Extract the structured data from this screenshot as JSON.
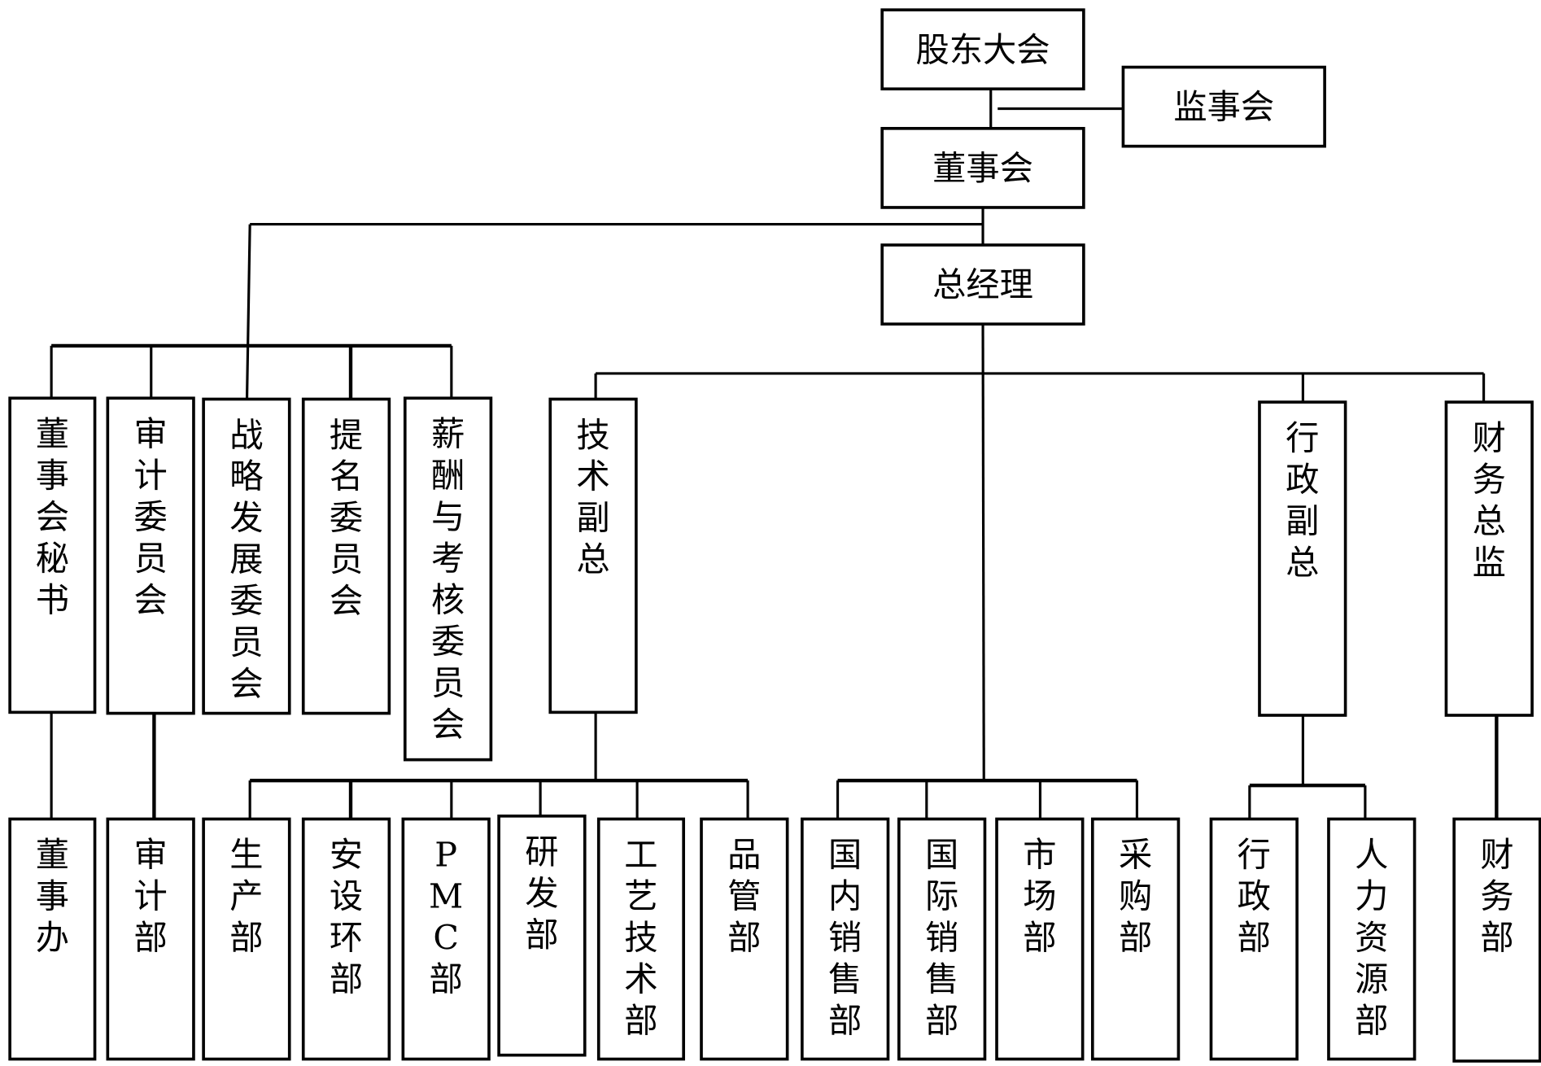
{
  "title": "公司组织架构图",
  "nodes": [
    {
      "id": "shareholders",
      "label": "股东大会",
      "orient": "h"
    },
    {
      "id": "supervisory",
      "label": "监事会",
      "orient": "h"
    },
    {
      "id": "board",
      "label": "董事会",
      "orient": "h"
    },
    {
      "id": "gm",
      "label": "总经理",
      "orient": "h"
    },
    {
      "id": "board-secretary",
      "label": "董事会秘书",
      "orient": "v"
    },
    {
      "id": "audit-committee",
      "label": "审计委员会",
      "orient": "v"
    },
    {
      "id": "strategy-committee",
      "label": "战略发展委员会",
      "orient": "v"
    },
    {
      "id": "nomination-committee",
      "label": "提名委员会",
      "orient": "v"
    },
    {
      "id": "compensation-committee",
      "label": "薪酬与考核委员会",
      "orient": "v"
    },
    {
      "id": "tech-vp",
      "label": "技术副总",
      "orient": "v"
    },
    {
      "id": "admin-vp",
      "label": "行政副总",
      "orient": "v"
    },
    {
      "id": "cfo",
      "label": "财务总监",
      "orient": "v"
    },
    {
      "id": "board-office",
      "label": "董事办",
      "orient": "v"
    },
    {
      "id": "audit-dept",
      "label": "审计部",
      "orient": "v"
    },
    {
      "id": "production-dept",
      "label": "生产部",
      "orient": "v"
    },
    {
      "id": "safety-env-dept",
      "label": "安设环部",
      "orient": "v"
    },
    {
      "id": "pmc-dept",
      "label": "PMC部",
      "orient": "v"
    },
    {
      "id": "rd-dept",
      "label": "研发部",
      "orient": "v"
    },
    {
      "id": "process-tech-dept",
      "label": "工艺技术部",
      "orient": "v"
    },
    {
      "id": "quality-dept",
      "label": "品管部",
      "orient": "v"
    },
    {
      "id": "domestic-sales-dept",
      "label": "国内销售部",
      "orient": "v"
    },
    {
      "id": "intl-sales-dept",
      "label": "国际销售部",
      "orient": "v"
    },
    {
      "id": "marketing-dept",
      "label": "市场部",
      "orient": "v"
    },
    {
      "id": "purchasing-dept",
      "label": "采购部",
      "orient": "v"
    },
    {
      "id": "admin-dept",
      "label": "行政部",
      "orient": "v"
    },
    {
      "id": "hr-dept",
      "label": "人力资源部",
      "orient": "v"
    },
    {
      "id": "finance-dept",
      "label": "财务部",
      "orient": "v"
    }
  ],
  "edges": [
    [
      "shareholders",
      "board"
    ],
    [
      "supervisory",
      "shareholders-board-link"
    ],
    [
      "board",
      "gm"
    ],
    [
      "board",
      "board-secretary"
    ],
    [
      "board",
      "audit-committee"
    ],
    [
      "board",
      "strategy-committee"
    ],
    [
      "board",
      "nomination-committee"
    ],
    [
      "board",
      "compensation-committee"
    ],
    [
      "gm",
      "tech-vp"
    ],
    [
      "gm",
      "admin-vp"
    ],
    [
      "gm",
      "cfo"
    ],
    [
      "gm",
      "domestic-sales-dept"
    ],
    [
      "gm",
      "intl-sales-dept"
    ],
    [
      "gm",
      "marketing-dept"
    ],
    [
      "gm",
      "purchasing-dept"
    ],
    [
      "board-secretary",
      "board-office"
    ],
    [
      "audit-committee",
      "audit-dept"
    ],
    [
      "tech-vp",
      "production-dept"
    ],
    [
      "tech-vp",
      "safety-env-dept"
    ],
    [
      "tech-vp",
      "pmc-dept"
    ],
    [
      "tech-vp",
      "rd-dept"
    ],
    [
      "tech-vp",
      "process-tech-dept"
    ],
    [
      "tech-vp",
      "quality-dept"
    ],
    [
      "admin-vp",
      "admin-dept"
    ],
    [
      "admin-vp",
      "hr-dept"
    ],
    [
      "cfo",
      "finance-dept"
    ]
  ]
}
